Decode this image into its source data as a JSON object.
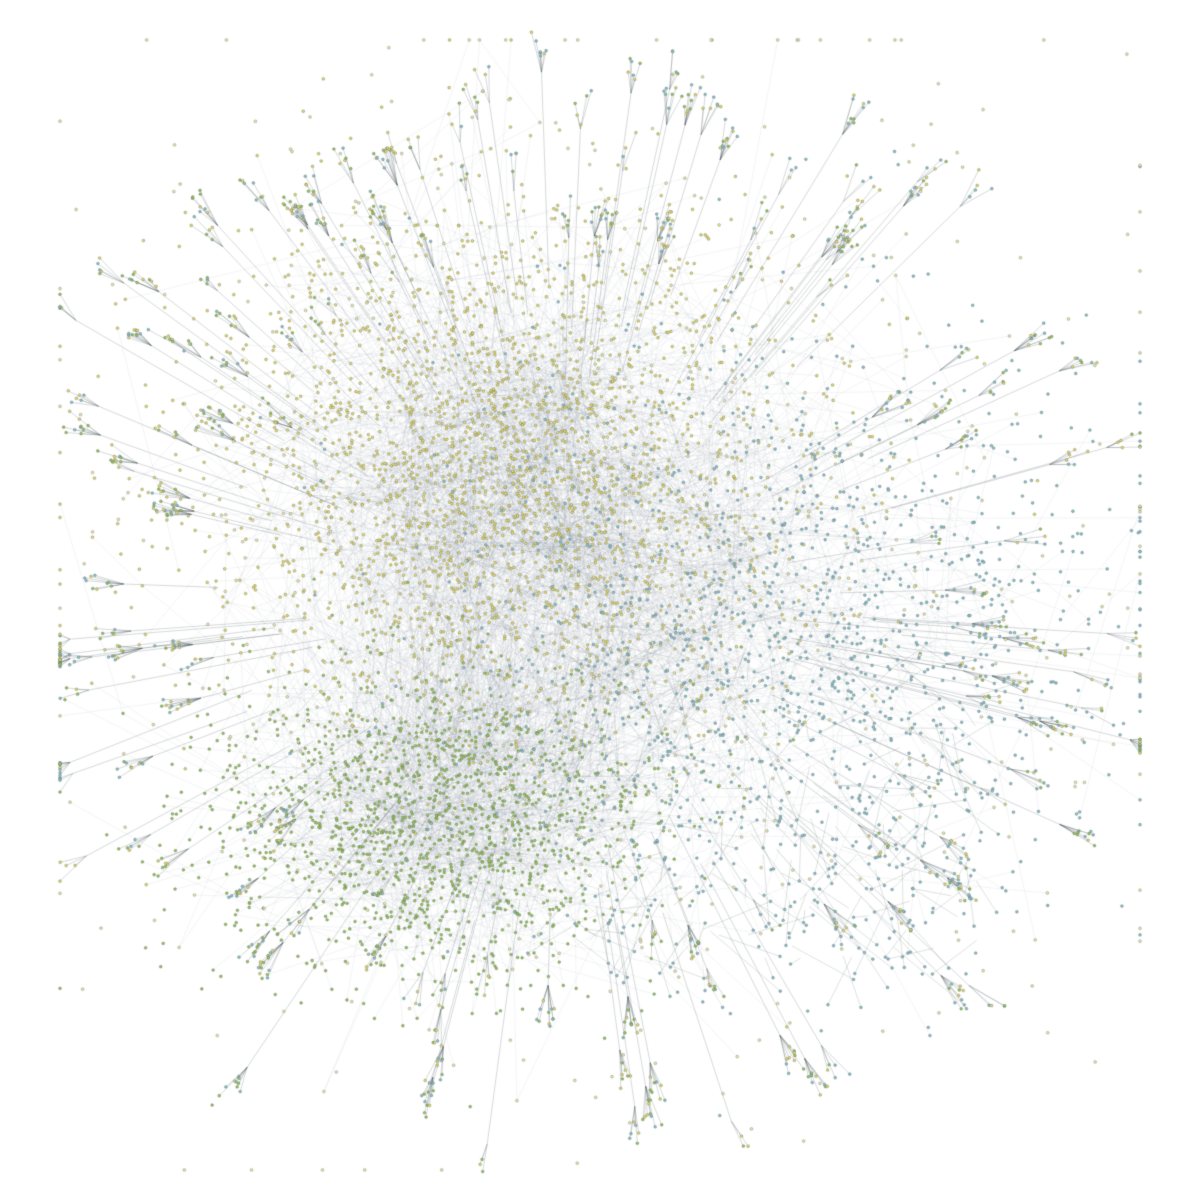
{
  "figure": {
    "kind": "network-graph",
    "background": "#ffffff",
    "edge_color": "#4a5a5e",
    "node_stroke": "#3d4f55",
    "palette": {
      "cluster_yellow": "#e6d96a",
      "cluster_green": "#9cc45a",
      "cluster_teal": "#8fc1c9",
      "cluster_pale": "#efe7a8"
    },
    "clusters": [
      {
        "name": "upper-left-dense",
        "color": "cluster_yellow",
        "share": 0.42
      },
      {
        "name": "lower-left-dense",
        "color": "cluster_green",
        "share": 0.26
      },
      {
        "name": "right-sparse",
        "color": "cluster_teal",
        "share": 0.22
      },
      {
        "name": "mixed-periphery",
        "color": "cluster_pale",
        "share": 0.1
      }
    ],
    "edges_drawn": true,
    "node_labels_shown": false
  }
}
